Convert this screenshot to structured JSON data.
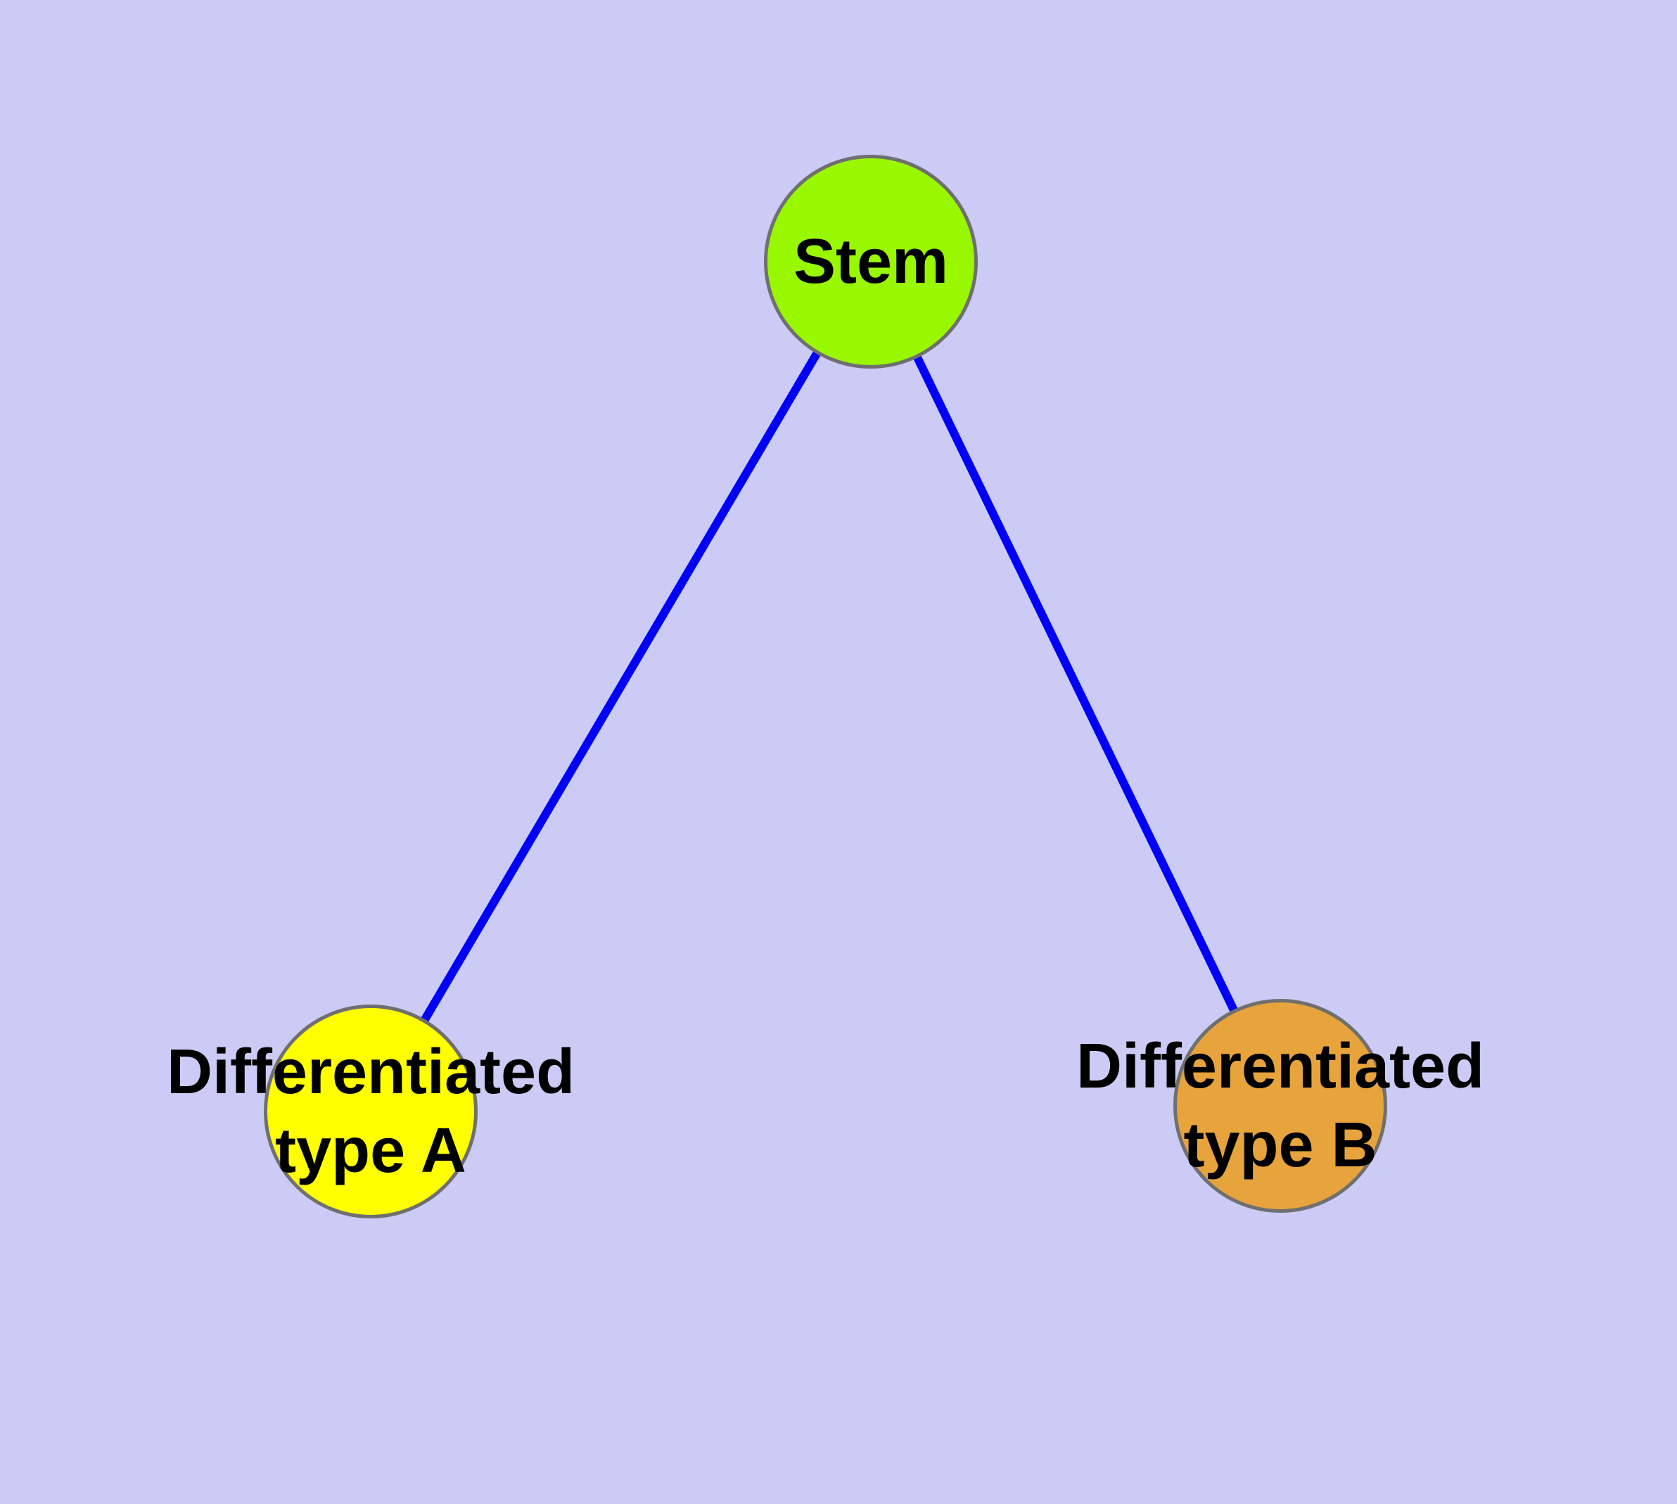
{
  "diagram": {
    "type": "node-link-graph",
    "nodes": {
      "stem": {
        "label": "Stem",
        "fill": "#99F800",
        "shape": "circle"
      },
      "type_a": {
        "label_line1": "Differentiated",
        "label_line2": "type A",
        "fill": "#FFFF00",
        "shape": "circle"
      },
      "type_b": {
        "label_line1": "Differentiated",
        "label_line2": "type B",
        "fill": "#E7A33C",
        "shape": "circle"
      }
    },
    "edges": [
      {
        "from": "stem",
        "to": "type_a",
        "color": "#0000F8",
        "style": "solid"
      },
      {
        "from": "stem",
        "to": "type_b",
        "color": "#0000F8",
        "style": "solid"
      }
    ],
    "colors": {
      "background": "#CBCBF5",
      "node_border": "#6F6F6F",
      "edge": "#0000F8",
      "label_text": "#000000"
    }
  }
}
